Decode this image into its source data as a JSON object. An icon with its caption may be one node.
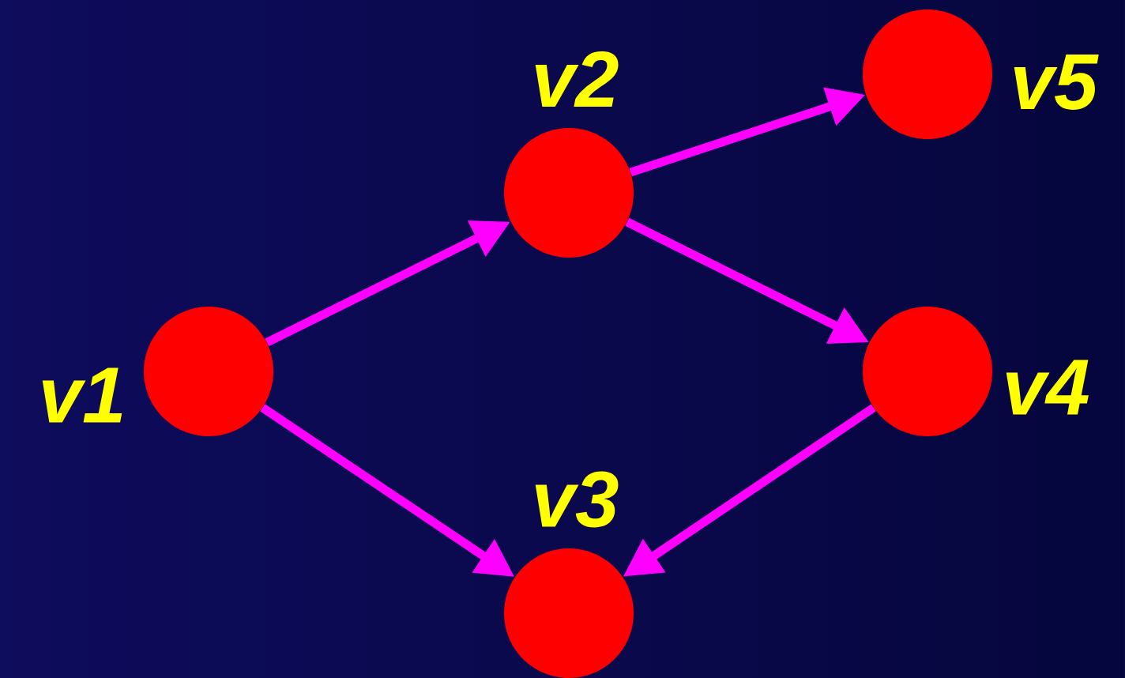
{
  "diagram": {
    "nodes": [
      {
        "text": [
          "v1"
        ]
      },
      {
        "text": [
          "v2"
        ]
      },
      {
        "text": [
          "v3"
        ]
      },
      {
        "text": [
          "v4"
        ]
      },
      {
        "text": [
          "v5"
        ]
      }
    ],
    "edges": [
      {
        "from": 0,
        "to": 1,
        "arrow": "to"
      },
      {
        "from": 0,
        "to": 2,
        "arrow": "to"
      },
      {
        "from": 1,
        "to": 4,
        "arrow": "to"
      },
      {
        "from": 1,
        "to": 3,
        "arrow": "to"
      },
      {
        "from": 3,
        "to": 2,
        "arrow": "to"
      }
    ]
  }
}
